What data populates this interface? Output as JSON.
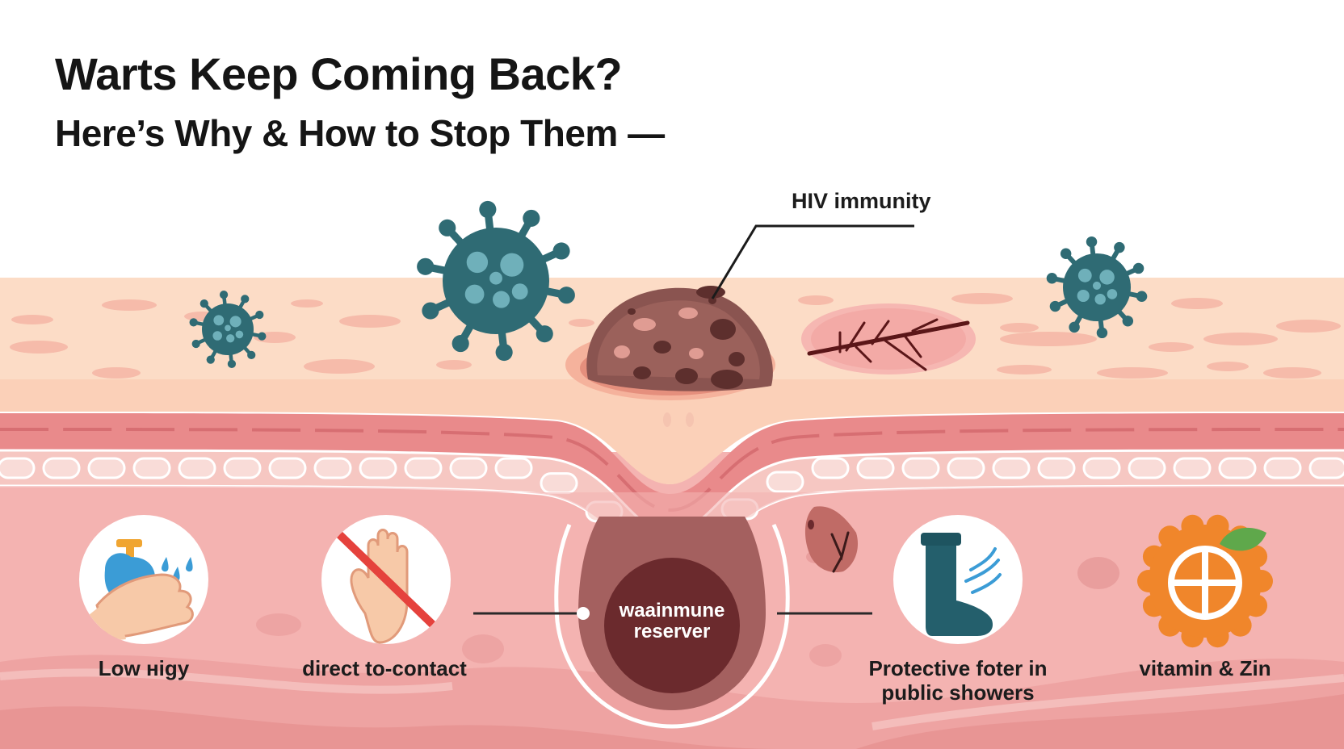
{
  "header": {
    "title": "Warts Keep Coming Back?",
    "subtitle": "Here’s Why & How to Stop Them —"
  },
  "callout": {
    "label": "HIV immunity"
  },
  "center_node": {
    "line1": "waainmune",
    "line2": "reserver"
  },
  "tips": [
    {
      "label": "Low нigy",
      "icon": "handwashing-faucet-icon"
    },
    {
      "label": "direct to-contact",
      "icon": "no-hand-contact-icon"
    },
    {
      "line1": "Protective foter in",
      "line2": "public showers",
      "icon": "boot-footwear-icon"
    },
    {
      "label": "vitamin & Zin",
      "icon": "citrus-fruit-icon"
    }
  ],
  "colors": {
    "virus": "#2f6b74",
    "virus_spots": "#6fb0ba",
    "wart": "#7a4a46",
    "skin_top": "#fbd9c4",
    "skin_mid": "#f5b5ae",
    "skin_deep": "#f2a9a8",
    "reservoir": "#6e2d2f",
    "warning_red": "#e5423d",
    "boot": "#245f6c",
    "orange": "#f0862b",
    "leaf": "#5fa84b"
  }
}
